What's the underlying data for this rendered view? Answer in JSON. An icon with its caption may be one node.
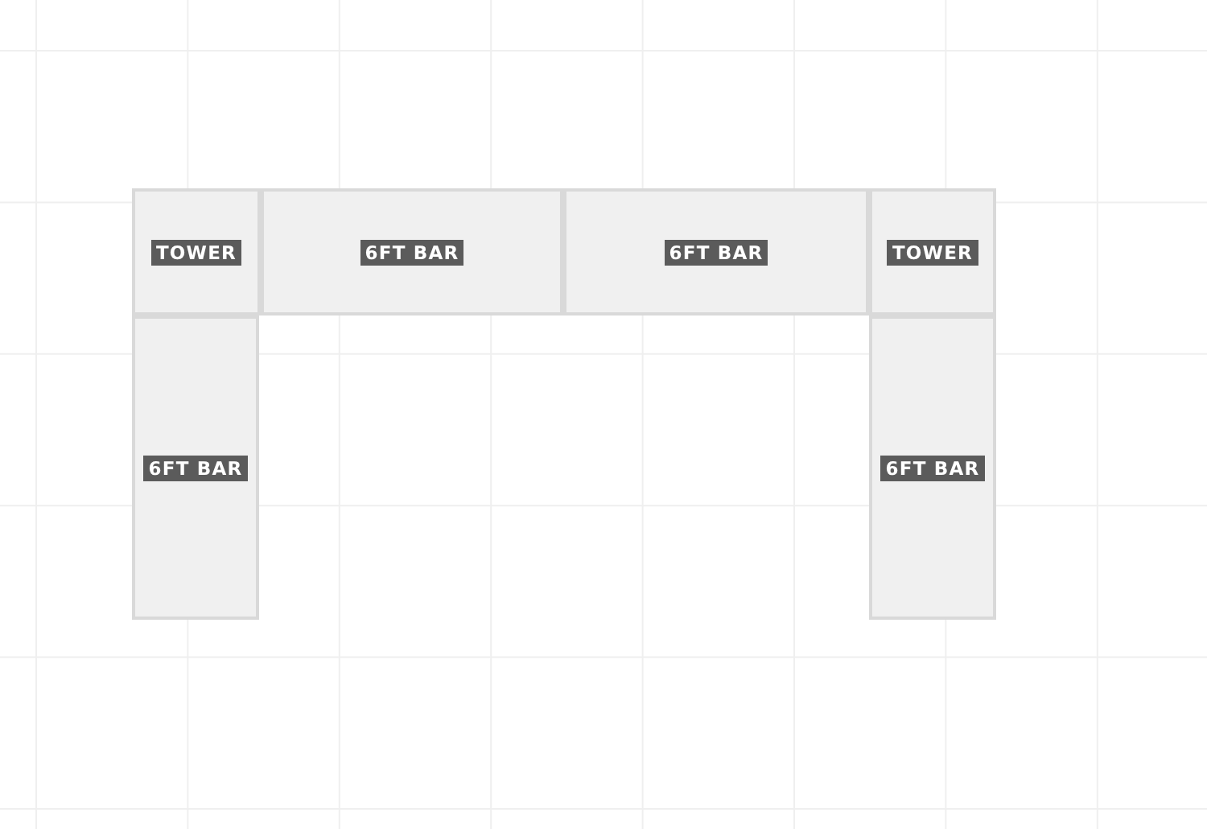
{
  "diagram": {
    "nodes": [
      {
        "text": [
          "TOWER"
        ]
      },
      {
        "text": [
          "6FT BAR"
        ]
      },
      {
        "text": [
          "6FT BAR"
        ]
      },
      {
        "text": [
          "TOWER"
        ]
      },
      {
        "text": [
          "6FT BAR"
        ]
      },
      {
        "text": [
          "6FT BAR"
        ]
      }
    ]
  }
}
